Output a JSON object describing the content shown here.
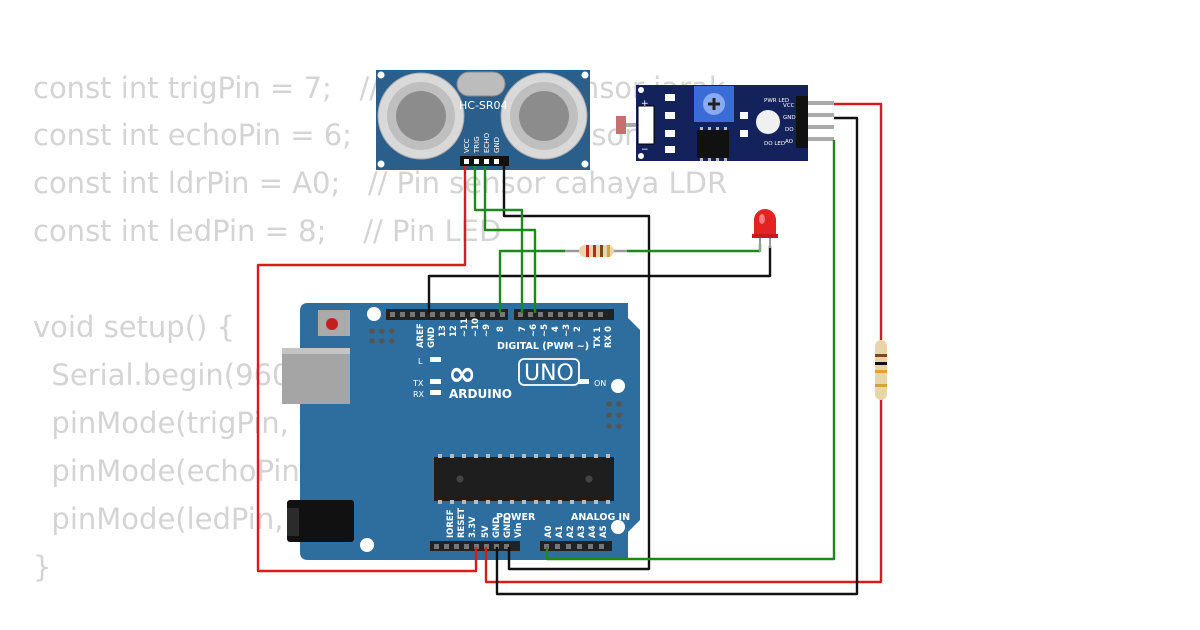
{
  "code": {
    "lines": [
      "const int trigPin = 7;   // Pin trigger sensor jarak",
      "const int echoPin = 6;   // Pin echo sensor jarak",
      "const int ldrPin = A0;   // Pin sensor cahaya LDR",
      "const int ledPin = 8;    // Pin LED",
      "",
      "void setup() {",
      "  Serial.begin(9600);",
      "  pinMode(trigPin, OUTPUT);",
      "  pinMode(echoPin, INPUT);",
      "  pinMode(ledPin, OUTPUT);",
      "}"
    ]
  },
  "ultrasonic": {
    "model": "HC-SR04",
    "pins": [
      "VCC",
      "TRIG",
      "ECHO",
      "GND"
    ]
  },
  "ldr_module": {
    "pins": [
      "VCC",
      "GND",
      "DO",
      "AO"
    ],
    "labels": {
      "pwr_led": "PWR LED",
      "do_led": "DO LED"
    }
  },
  "arduino": {
    "logo": "∞",
    "brand": "ARDUINO",
    "model": "UNO",
    "digital_label": "DIGITAL (PWM ~)",
    "digital_pins": [
      "AREF",
      "GND",
      "13",
      "12",
      "~11",
      "~10",
      "~9",
      "8",
      "7",
      "~6",
      "~5",
      "4",
      "~3",
      "2",
      "TX 1",
      "RX 0"
    ],
    "power_label": "POWER",
    "power_pins": [
      "IOREF",
      "RESET",
      "3.3V",
      "5V",
      "GND",
      "GND",
      "Vin"
    ],
    "analog_label": "ANALOG IN",
    "analog_pins": [
      "A0",
      "A1",
      "A2",
      "A3",
      "A4",
      "A5"
    ],
    "led_labels": {
      "l": "L",
      "tx": "TX",
      "rx": "RX",
      "on": "ON"
    }
  },
  "colors": {
    "board": "#2d6e9e",
    "wire_red": "#d81b1b",
    "wire_black": "#111111",
    "wire_green": "#1b8a1b",
    "code_text": "#d4d4d4",
    "sensor_board": "#2a5f8c",
    "ldr_board": "#13225a"
  }
}
